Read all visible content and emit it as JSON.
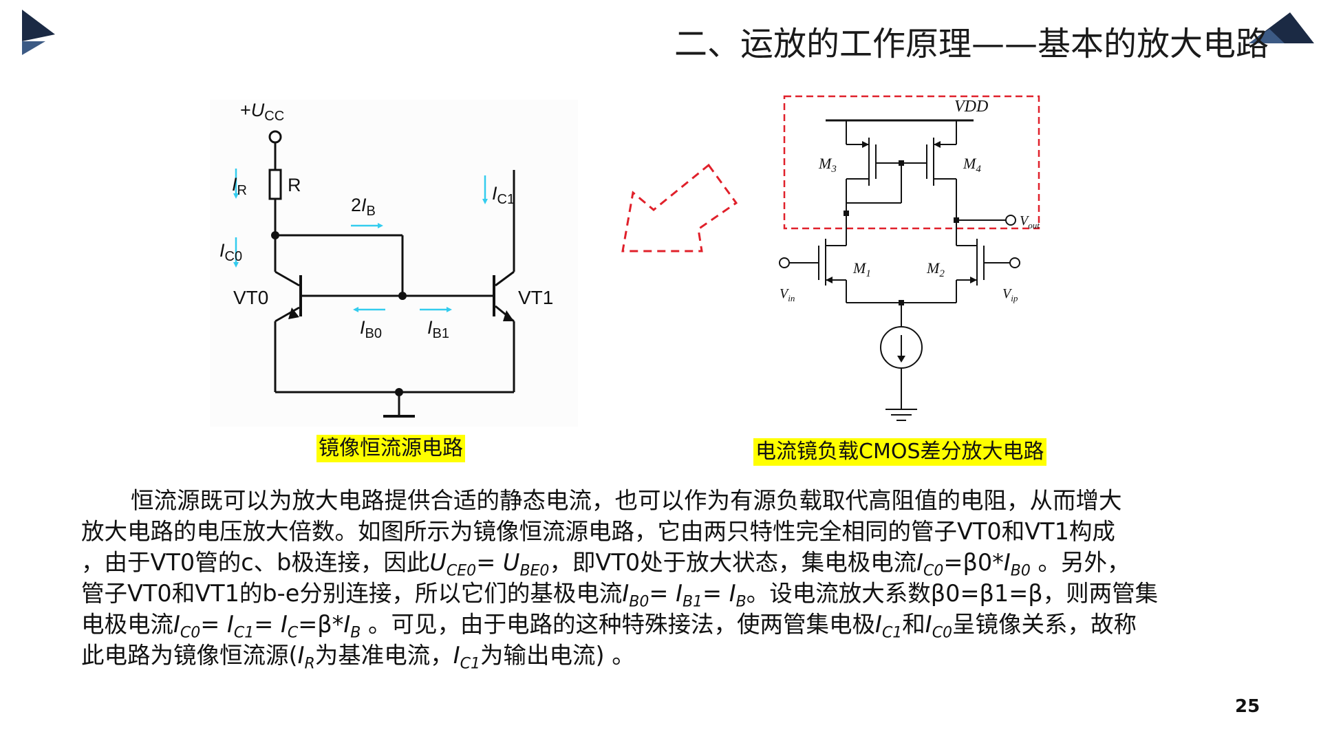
{
  "slide": {
    "title": "二、运放的工作原理——基本的放大电路",
    "page_number": "25",
    "colors": {
      "logo_dark": "#1b2a44",
      "logo_light": "#3c5a84",
      "highlight": "#ffff00",
      "arrow_red": "#e0202a",
      "current_arrow": "#33ccee"
    }
  },
  "figure_left": {
    "caption": "镜像恒流源电路",
    "labels": {
      "supply_sign": "+",
      "supply_main": "U",
      "supply_sub": "CC",
      "ir_main": "I",
      "ir_sub": "R",
      "resistor": "R",
      "ib2_num": "2",
      "ib2_main": "I",
      "ib2_sub": "B",
      "ic1_main": "I",
      "ic1_sub": "C1",
      "ic0_main": "I",
      "ic0_sub": "C0",
      "vt0": "VT0",
      "vt1": "VT1",
      "ib0_main": "I",
      "ib0_sub": "B0",
      "ib1_main": "I",
      "ib1_sub": "B1"
    }
  },
  "figure_right": {
    "caption": "电流镜负载CMOS差分放大电路",
    "labels": {
      "vdd": "VDD",
      "m3_main": "M",
      "m3_sub": "3",
      "m4_main": "M",
      "m4_sub": "4",
      "vout_main": "V",
      "vout_sub": "out",
      "m1_main": "M",
      "m1_sub": "1",
      "m2_main": "M",
      "m2_sub": "2",
      "vin_main": "V",
      "vin_sub": "in",
      "vip_main": "V",
      "vip_sub": "ip"
    }
  },
  "paragraph": {
    "l1": "恒流源既可以为放大电路提供合适的静态电流，也可以作为有源负载取代高阻值的电阻，从而增大",
    "l2": "放大电路的电压放大倍数。如图所示为镜像恒流源电路，它由两只特性完全相同的管子VT0和VT1构成",
    "l3": [
      {
        "t": "，由于VT0管的c、b极连接，因此"
      },
      {
        "m": "U",
        "s": "CE0"
      },
      {
        "t": "= "
      },
      {
        "m": "U",
        "s": "BE0"
      },
      {
        "t": "，即VT0处于放大状态，集电极电流"
      },
      {
        "m": "I",
        "s": "C0"
      },
      {
        "t": "=β0*"
      },
      {
        "m": "I",
        "s": "B0"
      },
      {
        "t": " 。另外，"
      }
    ],
    "l4": [
      {
        "t": "管子VT0和VT1的b-e分别连接，所以它们的基极电流"
      },
      {
        "m": "I",
        "s": "B0"
      },
      {
        "t": "= "
      },
      {
        "m": "I",
        "s": "B1"
      },
      {
        "t": "= "
      },
      {
        "m": "I",
        "s": "B"
      },
      {
        "t": "。设电流放大系数β0=β1=β，则两管集"
      }
    ],
    "l5": [
      {
        "t": "电极电流"
      },
      {
        "m": "I",
        "s": "C0"
      },
      {
        "t": "= "
      },
      {
        "m": "I",
        "s": "C1"
      },
      {
        "t": "= "
      },
      {
        "m": "I",
        "s": "C"
      },
      {
        "t": "=β*"
      },
      {
        "m": "I",
        "s": "B"
      },
      {
        "t": " 。可见，由于电路的这种特殊接法，使两管集电极"
      },
      {
        "m": "I",
        "s": "C1"
      },
      {
        "t": "和"
      },
      {
        "m": "I",
        "s": "C0"
      },
      {
        "t": "呈镜像关系，故称"
      }
    ],
    "l6": [
      {
        "t": "此电路为镜像恒流源("
      },
      {
        "m": "I",
        "s": "R"
      },
      {
        "t": "为基准电流，"
      },
      {
        "m": "I",
        "s": "C1"
      },
      {
        "t": "为输出电流) 。"
      }
    ]
  }
}
